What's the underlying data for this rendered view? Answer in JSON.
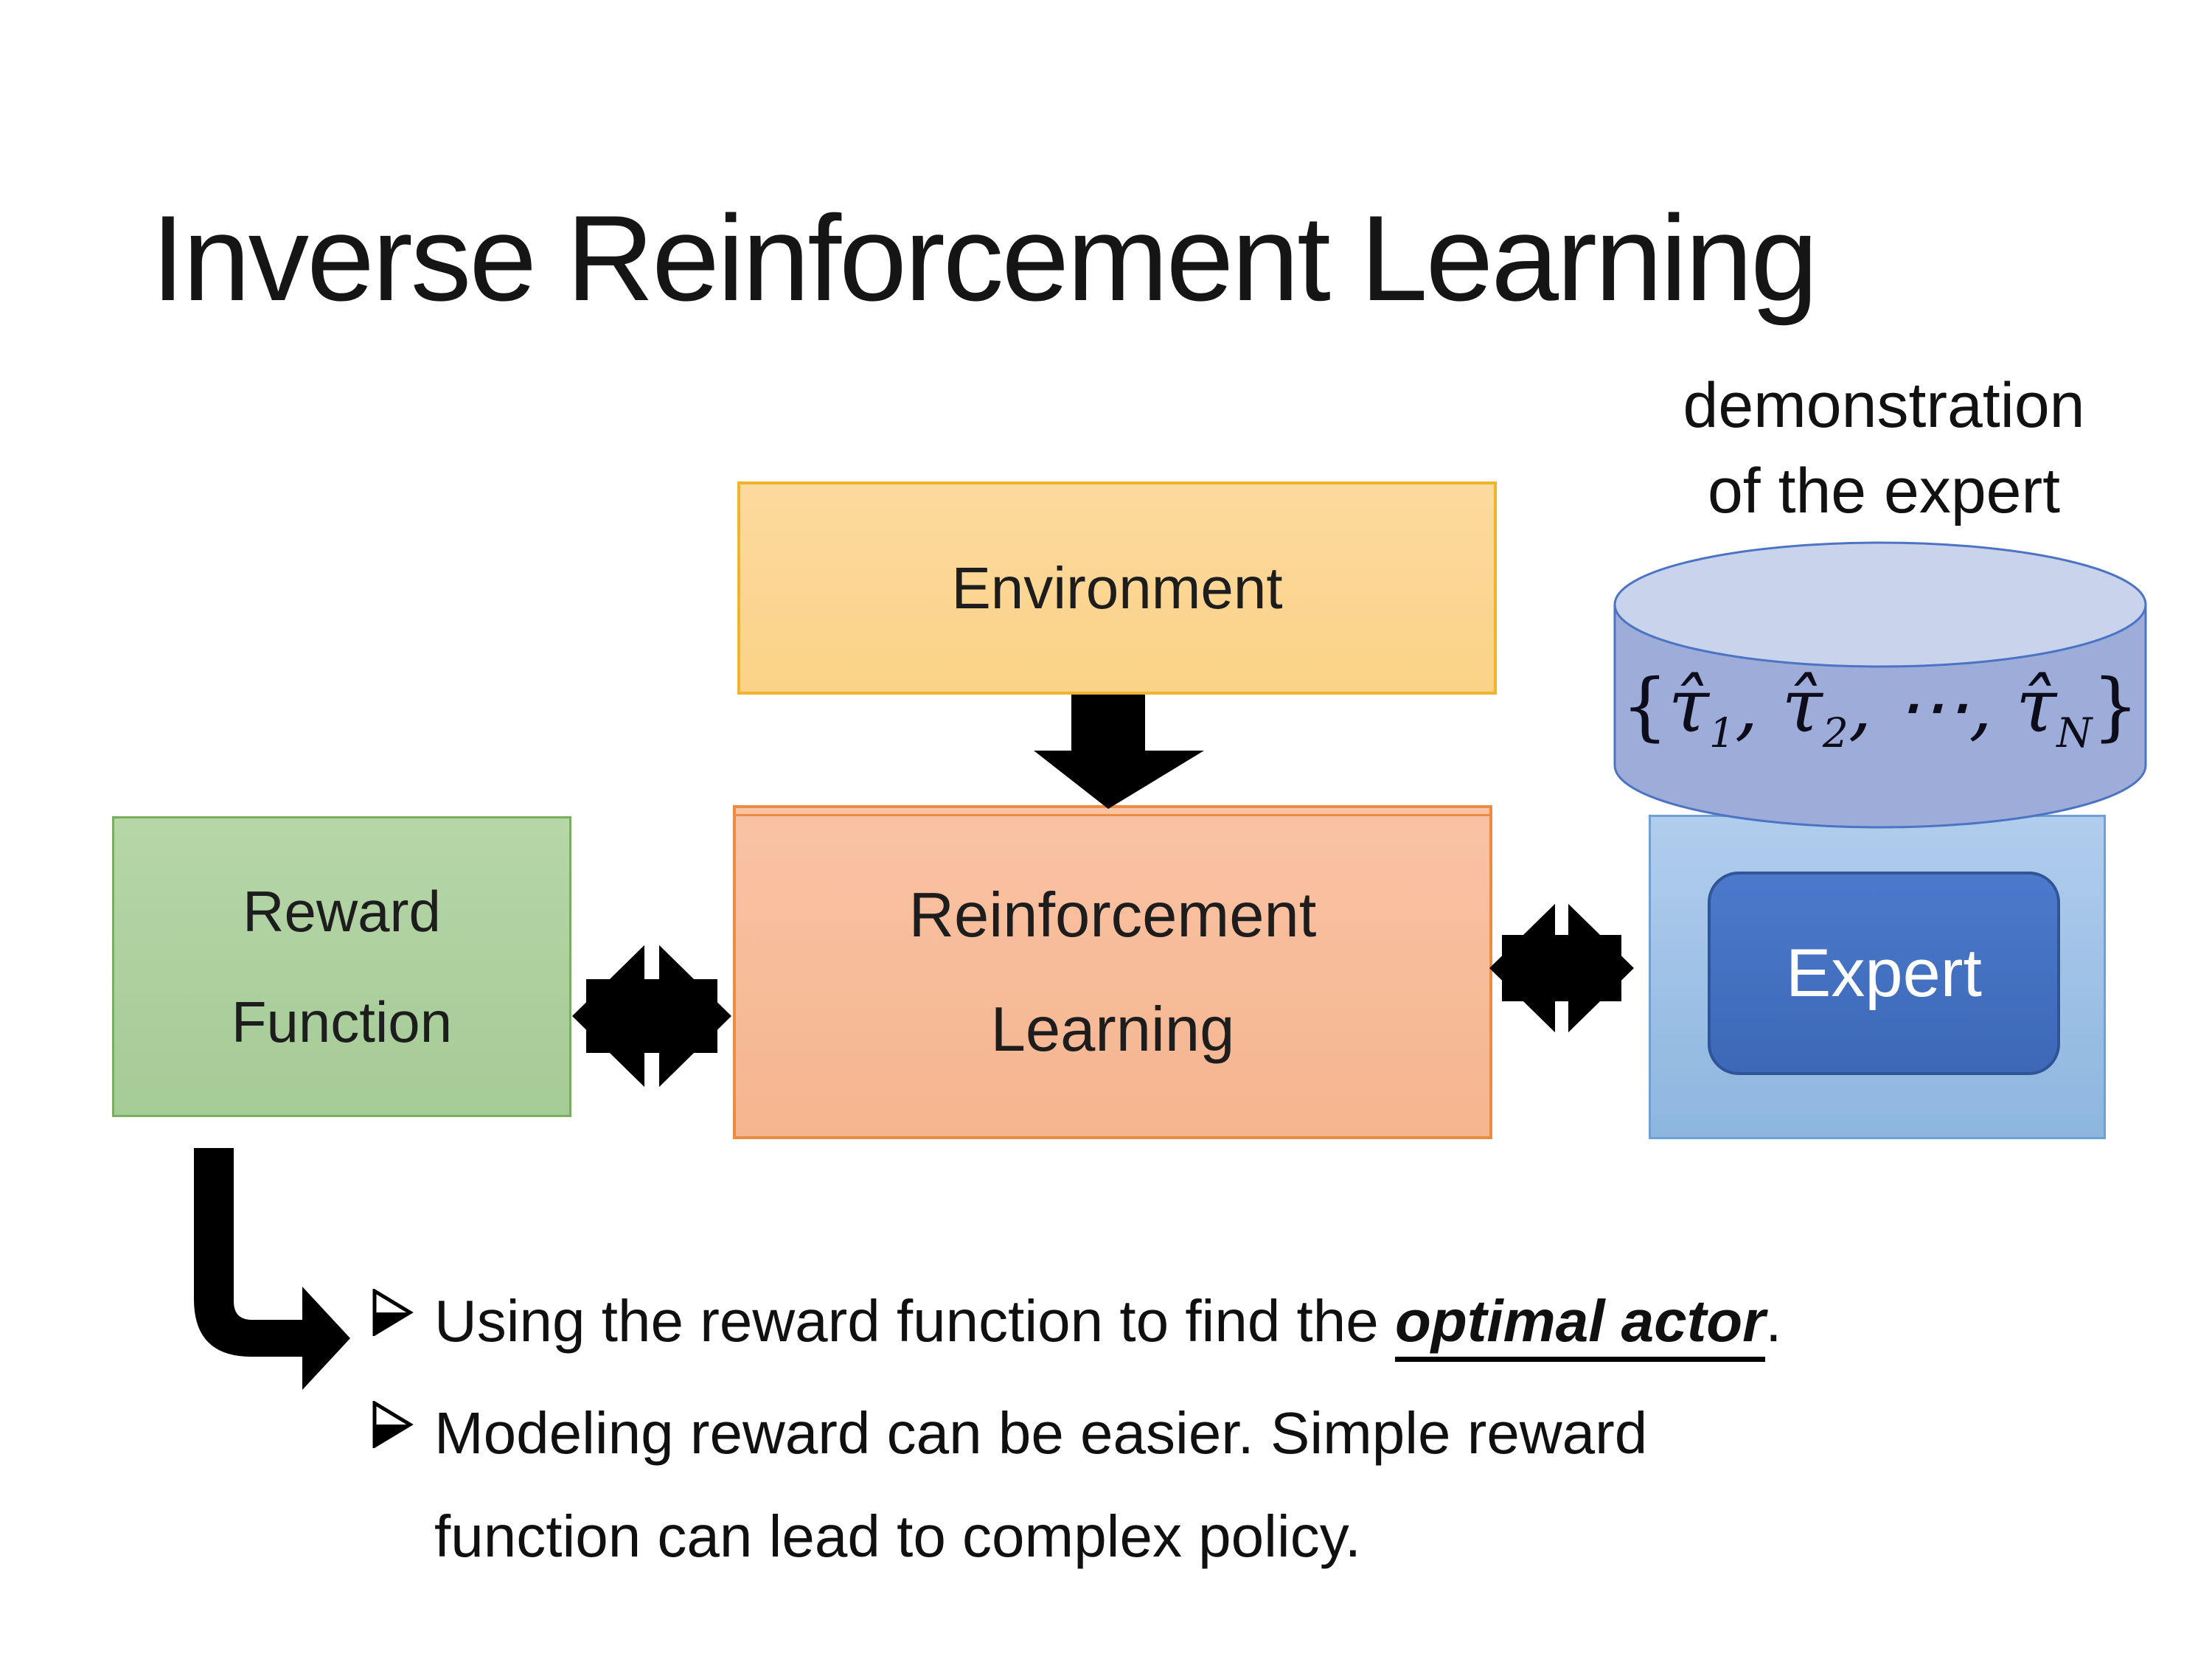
{
  "slide": {
    "title": "Inverse Reinforcement Learning",
    "demo_label": {
      "line1": "demonstration",
      "line2": "of the expert"
    },
    "environment": {
      "label": "Environment"
    },
    "reward": {
      "line1": "Reward",
      "line2": "Function"
    },
    "rl": {
      "line1": "Reinforcement",
      "line2": "Learning"
    },
    "expert": {
      "label": "Expert"
    },
    "dataset_formula": {
      "open": "{",
      "t1": "τ̂",
      "s1": "1",
      "c1": ", ",
      "t2": "τ̂",
      "s2": "2",
      "c2": ", ",
      "dots": "⋯",
      "c3": ", ",
      "t3": "τ̂",
      "s3": "N",
      "close": "}"
    },
    "bullets": {
      "marker_icon": "arrowhead-right",
      "b1_pre": "Using the reward function to find the ",
      "b1_emphasis": "optimal actor",
      "b1_post": ".",
      "b2_line1": "Modeling reward can be easier. Simple reward",
      "b2_line2": "function can lead to complex policy."
    },
    "colors": {
      "environment_fill": "#FCD894",
      "environment_border": "#F0B42C",
      "reward_fill": "#AFD2A1",
      "reward_border": "#79AD5F",
      "rl_fill": "#F7BD9B",
      "rl_border": "#EC8C44",
      "panel_fill": "#9FC1E7",
      "panel_border": "#6FA0D4",
      "cylinder_fill": "#9DACD8",
      "cylinder_top_fill": "#C9D3EC",
      "cylinder_border": "#4B74C4",
      "expert_fill": "#4471C4",
      "expert_border": "#2F5597",
      "expert_text": "#FFFFFF",
      "arrow_color": "#000000",
      "text_color": "#151515"
    }
  }
}
